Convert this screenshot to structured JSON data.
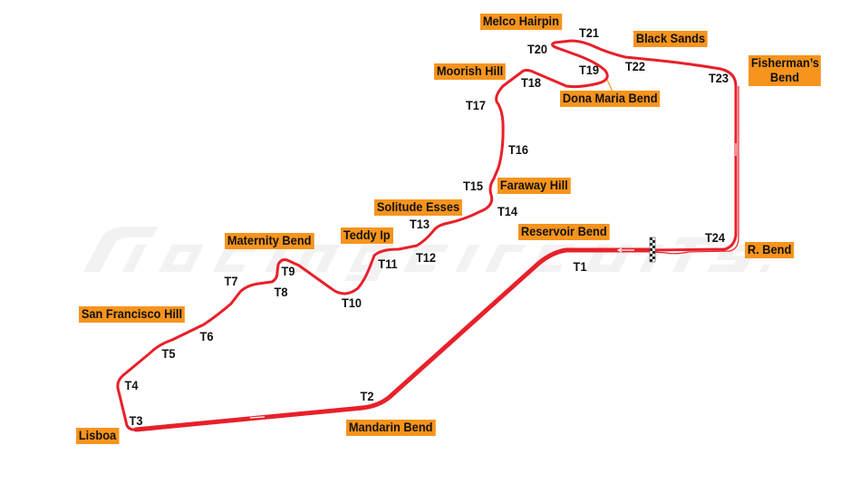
{
  "watermark": "racingcircuits.info",
  "colors": {
    "track": "#e8202a",
    "label_bg": "#f7941d",
    "label_text": "#111111"
  },
  "corner_names": [
    {
      "id": "melco-hairpin",
      "label": "Melco Hairpin"
    },
    {
      "id": "black-sands",
      "label": "Black Sands"
    },
    {
      "id": "fishermans-bend",
      "label": "Fisherman’s Bend"
    },
    {
      "id": "moorish-hill",
      "label": "Moorish Hill"
    },
    {
      "id": "dona-maria-bend",
      "label": "Dona Maria Bend"
    },
    {
      "id": "faraway-hill",
      "label": "Faraway Hill"
    },
    {
      "id": "solitude-esses",
      "label": "Solitude Esses"
    },
    {
      "id": "reservoir-bend",
      "label": "Reservoir Bend"
    },
    {
      "id": "teddy-ip",
      "label": "Teddy Ip"
    },
    {
      "id": "maternity-bend",
      "label": "Maternity Bend"
    },
    {
      "id": "r-bend",
      "label": "R. Bend"
    },
    {
      "id": "san-francisco-hill",
      "label": "San Francisco Hill"
    },
    {
      "id": "mandarin-bend",
      "label": "Mandarin Bend"
    },
    {
      "id": "lisboa",
      "label": "Lisboa"
    }
  ],
  "turns": [
    "T1",
    "T2",
    "T3",
    "T4",
    "T5",
    "T6",
    "T7",
    "T8",
    "T9",
    "T10",
    "T11",
    "T12",
    "T13",
    "T14",
    "T15",
    "T16",
    "T17",
    "T18",
    "T19",
    "T20",
    "T21",
    "T22",
    "T23",
    "T24"
  ],
  "icons": {
    "start_finish": "checkered-flag-icon",
    "direction": "arrow-left-icon"
  }
}
